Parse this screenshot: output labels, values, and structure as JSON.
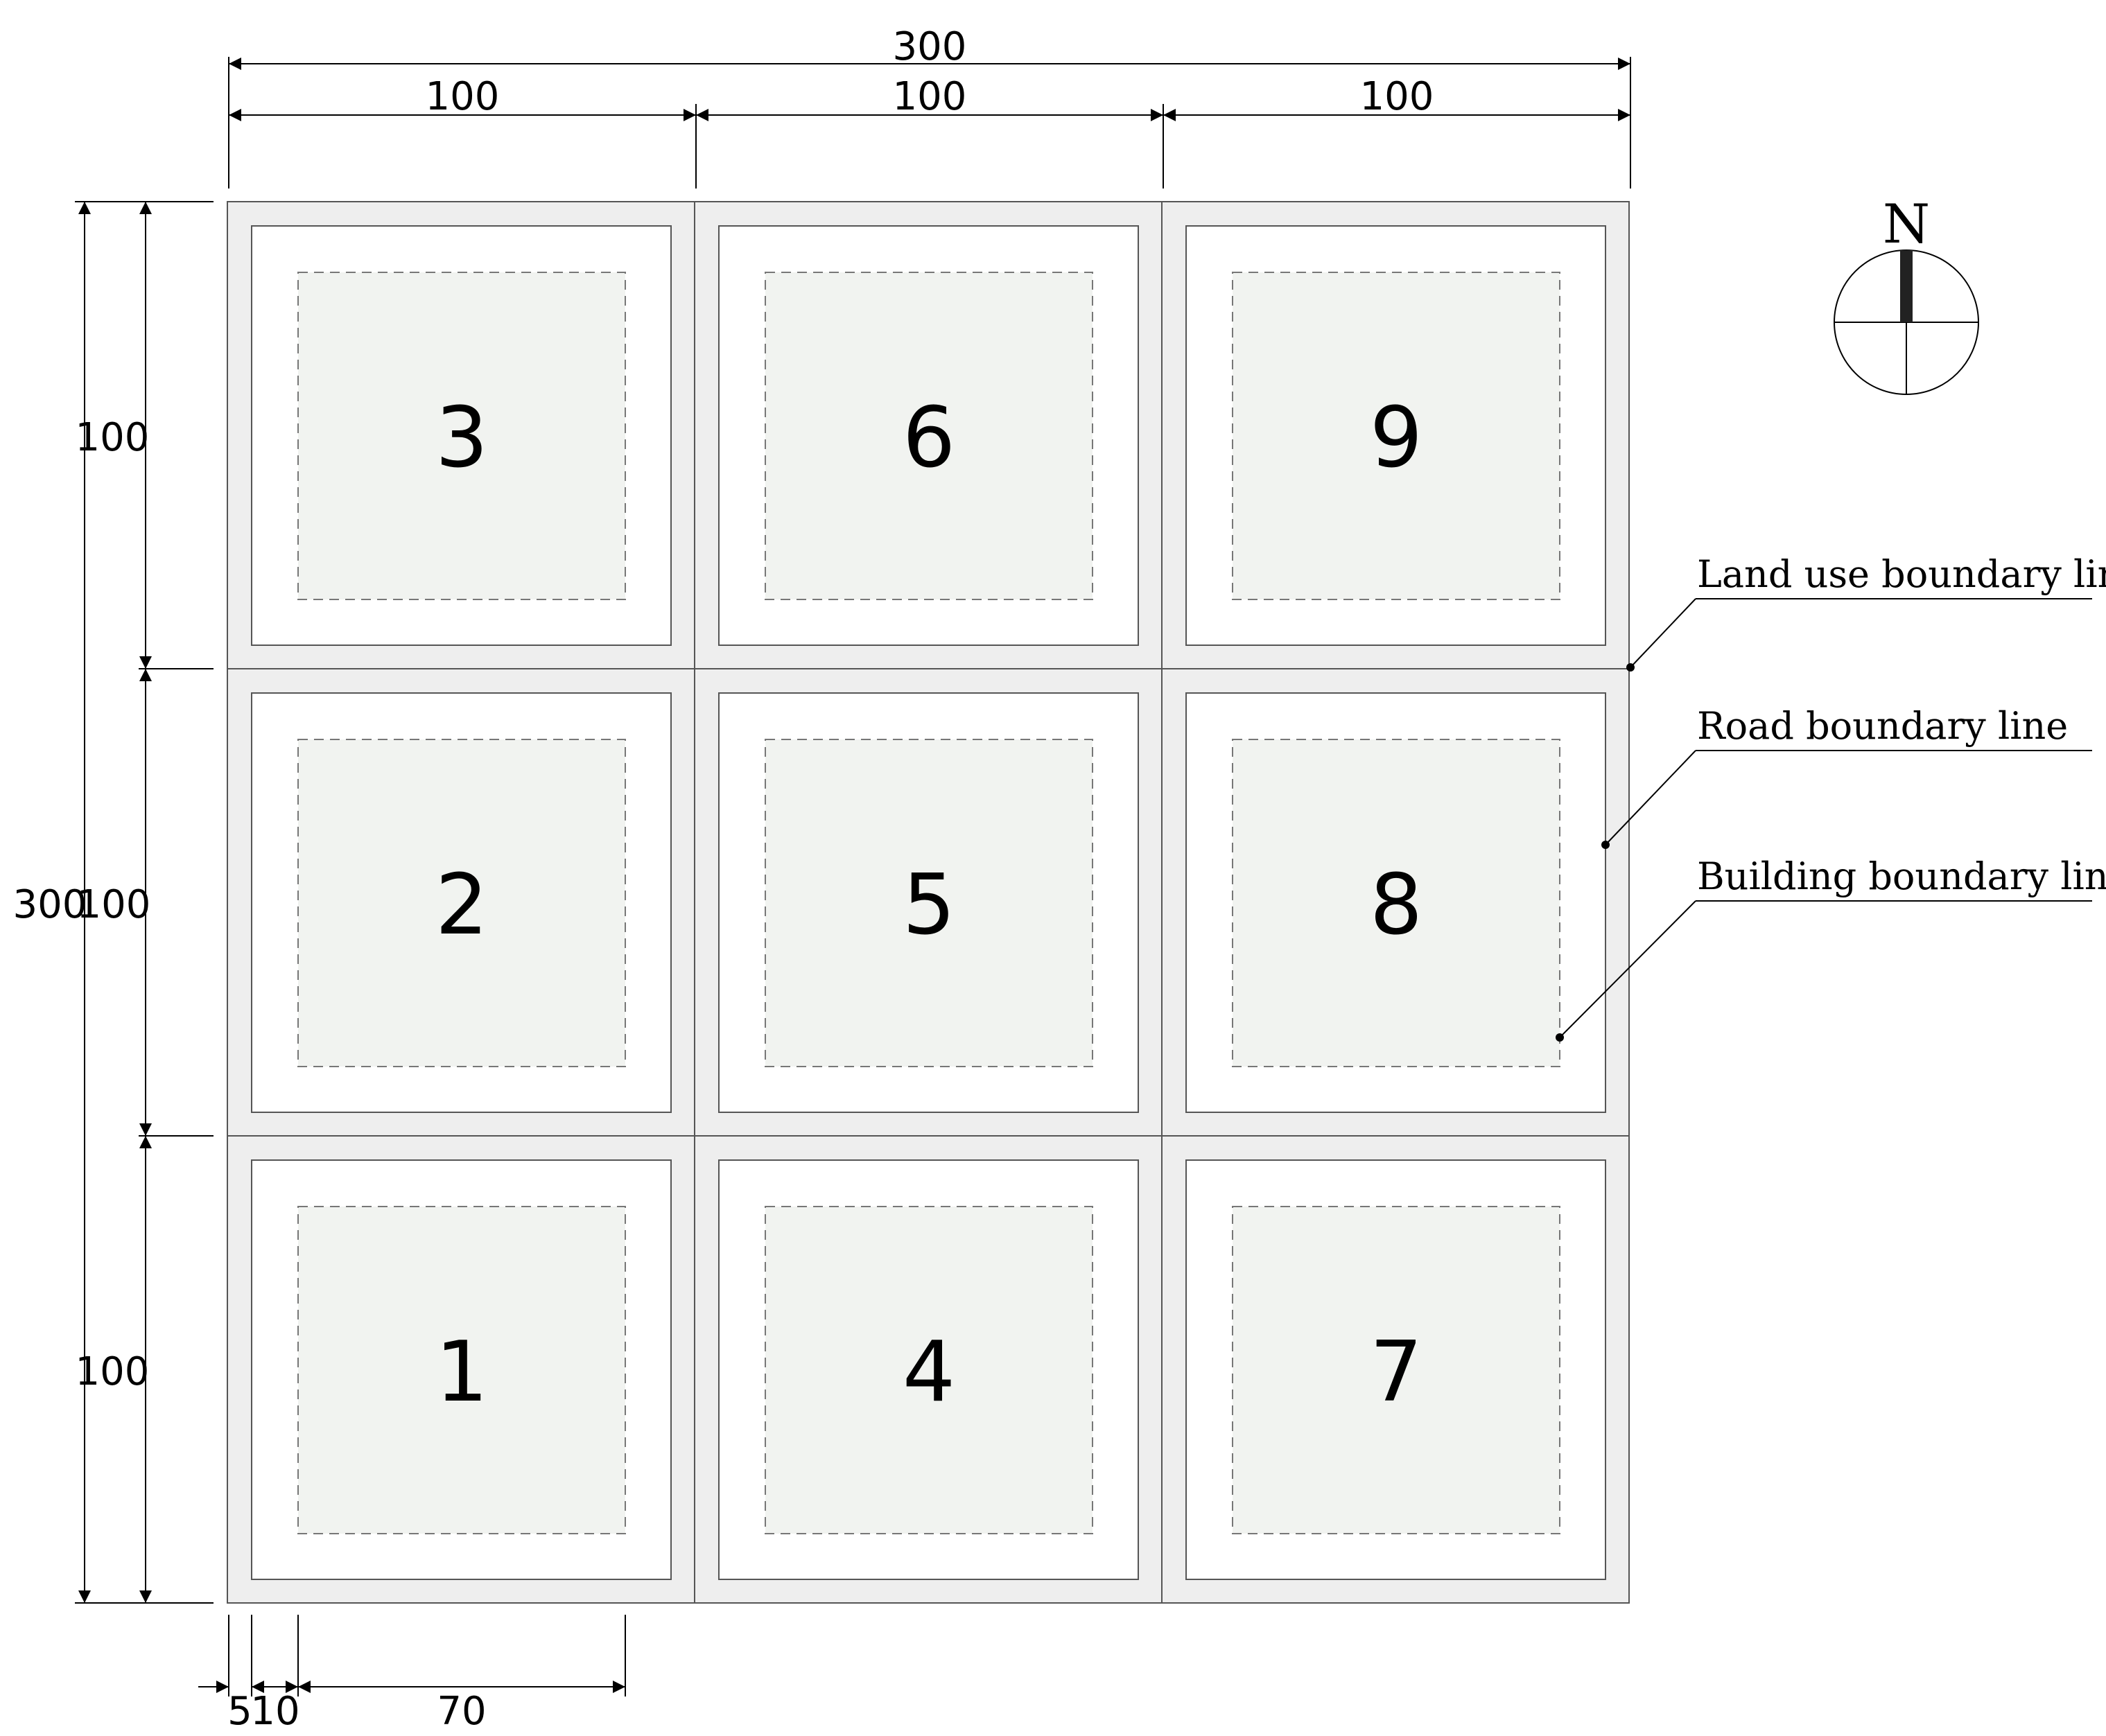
{
  "dimensions": {
    "total_width": "300",
    "col_widths": [
      "100",
      "100",
      "100"
    ],
    "total_height": "300",
    "row_heights": [
      "100",
      "100",
      "100"
    ],
    "offsets": [
      "5",
      "10",
      "70"
    ]
  },
  "plots": {
    "row_top": [
      "3",
      "6",
      "9"
    ],
    "row_middle": [
      "2",
      "5",
      "8"
    ],
    "row_bottom": [
      "1",
      "4",
      "7"
    ]
  },
  "legend": {
    "land_use": "Land use boundary line",
    "road": "Road boundary line",
    "building": "Building boundary line"
  },
  "north_arrow": {
    "label": "N"
  },
  "colors": {
    "road_fill": "#eeeeee",
    "plot_fill": "#ffffff",
    "building_fill": "#f1f3f0",
    "line": "#555555",
    "dim_line": "#000000"
  }
}
